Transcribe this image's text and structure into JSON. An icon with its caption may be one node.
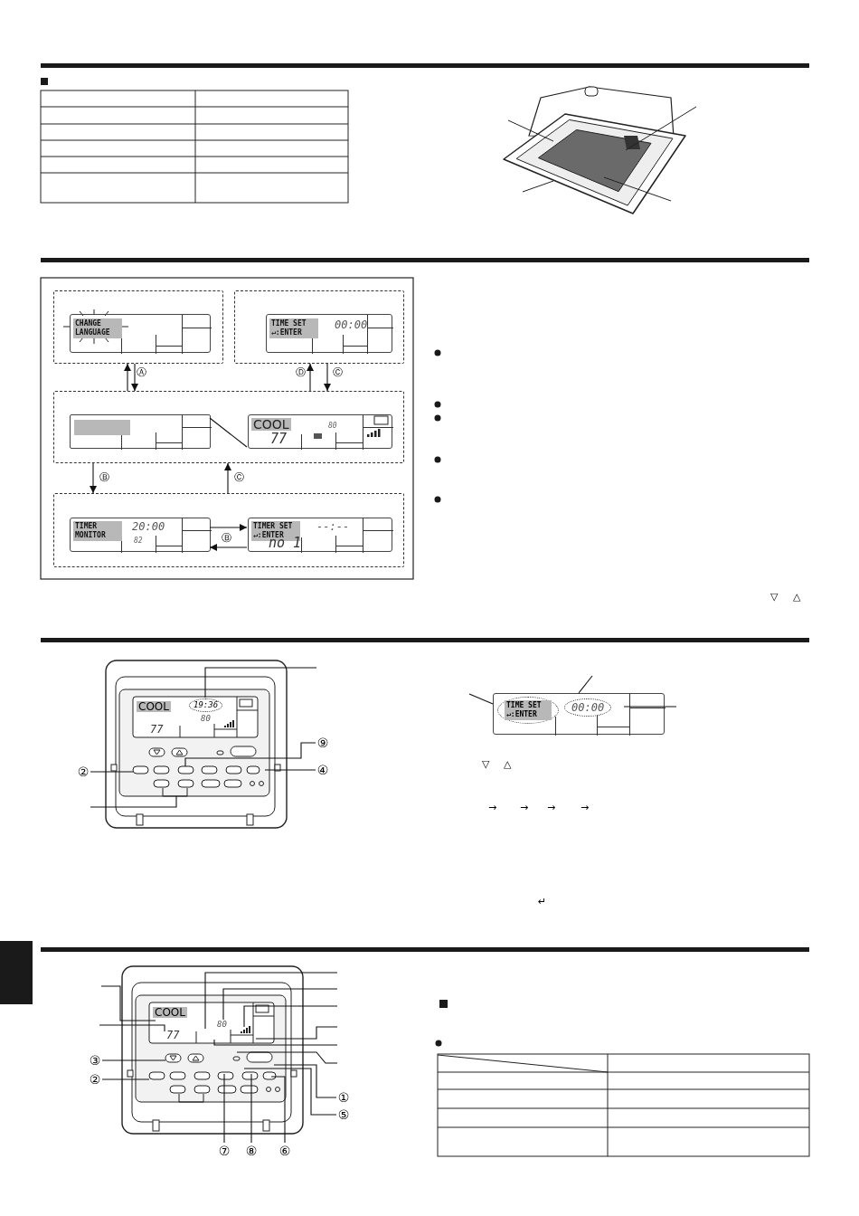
{
  "diagram": {
    "nodes": [
      {
        "text": [],
        "shape": "box"
      },
      {
        "text": [
          "CHANGE LANGUAGE"
        ],
        "in": 0
      },
      {
        "text": [],
        "shape": "box"
      },
      {
        "text": [
          "TIME SET ↵:ENTER",
          "00:00"
        ],
        "in": 2
      },
      {
        "text": [],
        "shape": "box"
      },
      {
        "text": [],
        "shape": "box",
        "in": 4
      },
      {
        "text": [
          "COOL",
          "77",
          "80"
        ],
        "in": 4
      },
      {
        "text": [],
        "shape": "box"
      },
      {
        "text": [
          "TIMER MONITOR",
          "20:00",
          "82"
        ],
        "in": 7
      },
      {
        "text": [
          "TIMER SET ↵:ENTER",
          "--:--",
          "no 1"
        ],
        "in": 7
      },
      {
        "text": [
          "COOL",
          "19:36",
          "80",
          "77"
        ]
      },
      {
        "text": [
          "TIME SET ↵:ENTER",
          "00:00"
        ]
      },
      {
        "text": [
          "②"
        ]
      },
      {
        "text": [
          "⑨"
        ]
      },
      {
        "text": [
          "④"
        ]
      },
      {
        "text": [
          "COOL",
          "80",
          "77"
        ]
      },
      {
        "text": [
          "③"
        ]
      },
      {
        "text": [
          "②"
        ]
      },
      {
        "text": [
          "①"
        ]
      },
      {
        "text": [
          "⑤"
        ]
      },
      {
        "text": [
          "⑦"
        ]
      },
      {
        "text": [
          "⑧"
        ]
      },
      {
        "text": [
          "⑥"
        ]
      }
    ],
    "edges": [
      {
        "from": 4,
        "to": 0,
        "arrow": "to",
        "label": "Ⓐ"
      },
      {
        "from": 0,
        "to": 4,
        "arrow": "to"
      },
      {
        "from": 4,
        "to": 2,
        "arrow": "to",
        "label": "Ⓓ"
      },
      {
        "from": 2,
        "to": 4,
        "arrow": "to",
        "label": "Ⓒ"
      },
      {
        "from": 4,
        "to": 7,
        "arrow": "to",
        "label": "Ⓑ"
      },
      {
        "from": 7,
        "to": 4,
        "arrow": "to",
        "label": "Ⓒ"
      },
      {
        "from": 8,
        "to": 9,
        "arrow": "to",
        "label": "Ⓑ"
      },
      {
        "from": 9,
        "to": 8,
        "arrow": "to"
      },
      {
        "from": 5,
        "to": 6,
        "arrow": "none"
      },
      {
        "from": 12,
        "to": 10,
        "arrow": "none"
      },
      {
        "from": 13,
        "to": 10,
        "arrow": "none"
      },
      {
        "from": 14,
        "to": 10,
        "arrow": "none"
      },
      {
        "from": null,
        "to": 10,
        "arrow": "none"
      },
      {
        "from": null,
        "to": 10,
        "arrow": "none"
      },
      {
        "from": null,
        "to": 11,
        "arrow": "none"
      },
      {
        "from": null,
        "to": 11,
        "arrow": "none"
      },
      {
        "from": null,
        "to": 11,
        "arrow": "none"
      },
      {
        "from": 16,
        "to": 15,
        "arrow": "none"
      },
      {
        "from": 17,
        "to": 15,
        "arrow": "none"
      },
      {
        "from": null,
        "to": 15,
        "arrow": "none"
      },
      {
        "from": null,
        "to": 15,
        "arrow": "none"
      },
      {
        "from": null,
        "to": 15,
        "arrow": "none"
      },
      {
        "from": null,
        "to": 15,
        "arrow": "none"
      },
      {
        "from": null,
        "to": 15,
        "arrow": "none"
      },
      {
        "from": null,
        "to": 15,
        "arrow": "none"
      },
      {
        "from": null,
        "to": 15,
        "arrow": "none"
      },
      {
        "from": null,
        "to": 15,
        "arrow": "none"
      },
      {
        "from": 18,
        "to": 15,
        "arrow": "none"
      },
      {
        "from": 19,
        "to": 15,
        "arrow": "none"
      },
      {
        "from": 20,
        "to": 15,
        "arrow": "none"
      },
      {
        "from": 21,
        "to": 15,
        "arrow": "none"
      },
      {
        "from": 22,
        "to": 15,
        "arrow": "none"
      }
    ],
    "labels": [
      "▽",
      "△",
      "▽",
      "△",
      "→",
      "→",
      "→",
      "→",
      "↵"
    ]
  }
}
